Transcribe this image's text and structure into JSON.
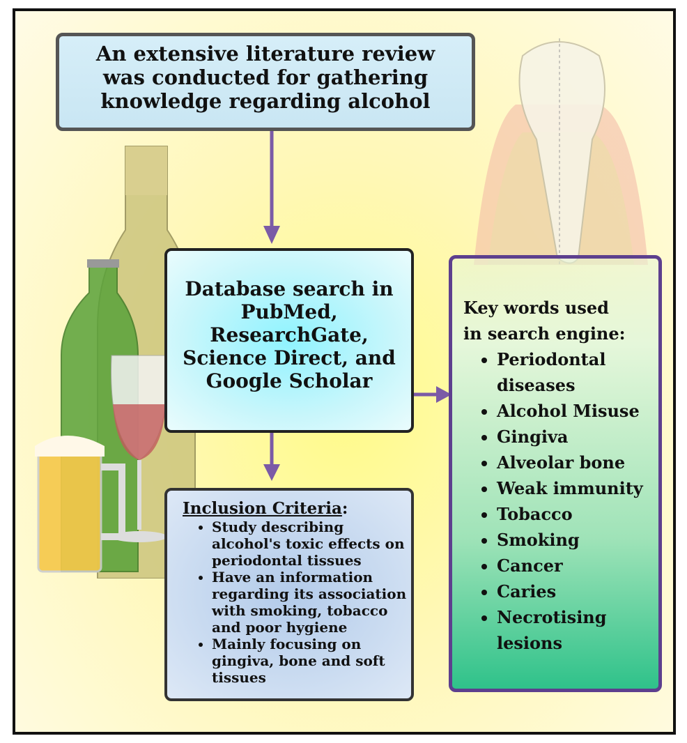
{
  "top_box": {
    "lines": [
      "An extensive literature review",
      "was conducted for gathering",
      "knowledge regarding alcohol"
    ]
  },
  "database_box": {
    "lines": [
      "Database search in",
      "PubMed,",
      "ResearchGate,",
      "Science Direct, and",
      "Google Scholar"
    ]
  },
  "inclusion_box": {
    "heading": "Inclusion Criteria",
    "colon": ":",
    "items": [
      "Study describing alcohol's toxic effects on periodontal tissues",
      "Have an information regarding its association with smoking, tobacco and poor hygiene",
      "Mainly focusing on gingiva, bone and soft tissues"
    ]
  },
  "keywords_box": {
    "heading": "Key words used in search engine:",
    "items": [
      "Periodontal diseases",
      "Alcohol Misuse",
      "Gingiva",
      "Alveolar bone",
      "Weak immunity",
      "Tobacco",
      "Smoking",
      "Cancer",
      "Caries",
      "Necrotising lesions"
    ]
  },
  "colors": {
    "arrow": "#7b5aa6",
    "frame": "#111111",
    "keywords_border": "#5d3f8e"
  }
}
